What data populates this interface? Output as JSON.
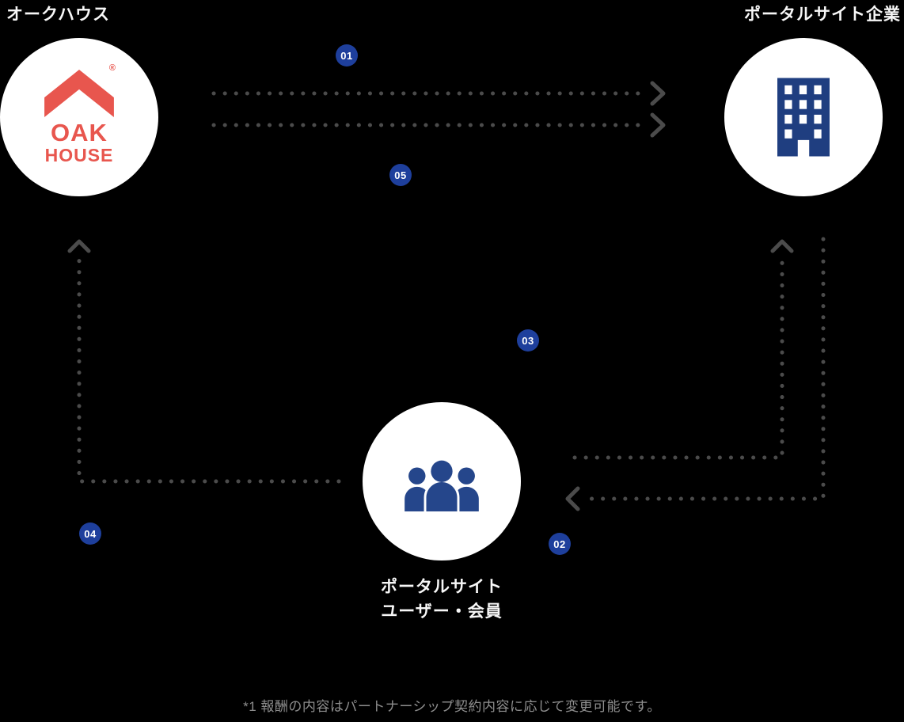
{
  "nodes": {
    "oakhouse": {
      "label": "オークハウス",
      "logo_top": "OAK",
      "logo_bottom": "HOUSE",
      "registered_mark": "®"
    },
    "portal_company": {
      "label": "ポータルサイト企業"
    },
    "portal_users": {
      "label_line1": "ポータルサイト",
      "label_line2": "ユーザー・会員"
    }
  },
  "badges": {
    "b01": "01",
    "b02": "02",
    "b03": "03",
    "b04": "04",
    "b05": "05"
  },
  "footnote": "*1 報酬の内容はパートナーシップ契約内容に応じて変更可能です。",
  "colors": {
    "background": "#000000",
    "node_circle": "#ffffff",
    "oak_red": "#e8564e",
    "icon_navy": "#1f3e80",
    "badge_blue": "#1e3f9c",
    "line_gray": "#4b4b4b",
    "label_white": "#f7f7f7",
    "footnote_gray": "#8e8e8e"
  }
}
